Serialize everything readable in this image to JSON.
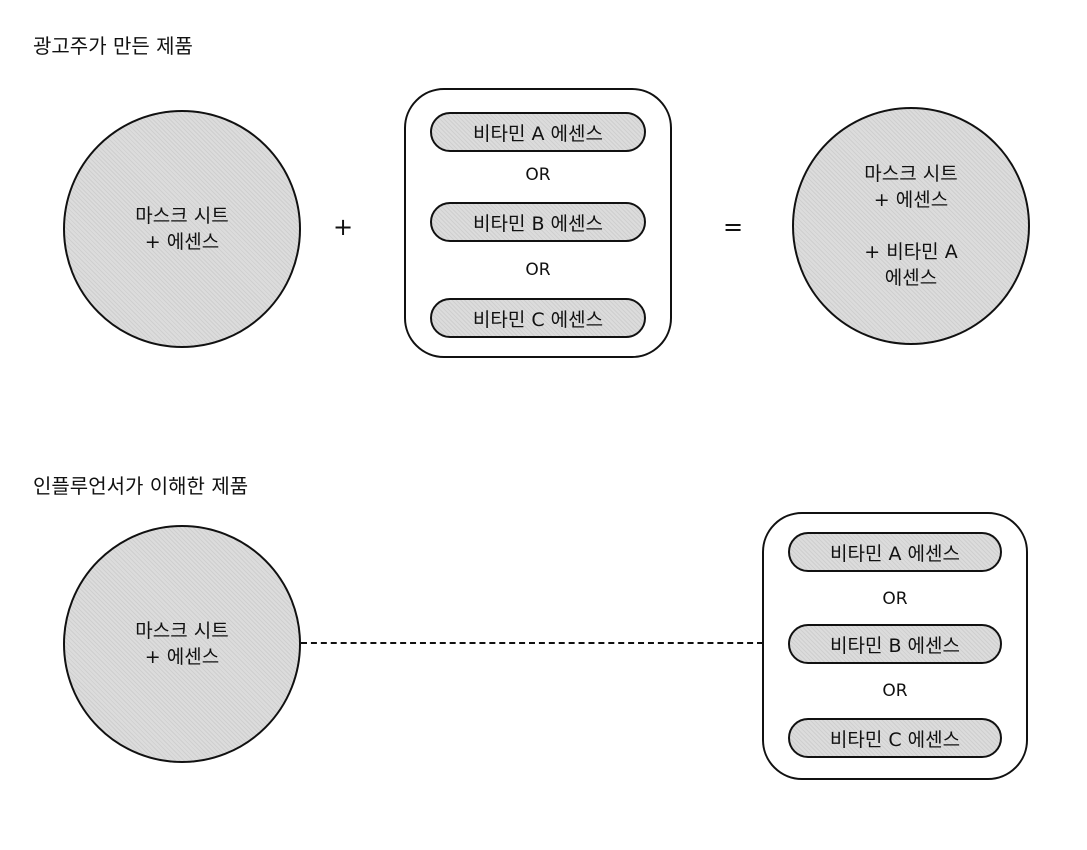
{
  "top_section": {
    "title": "광고주가 만든 제품",
    "base_product": "마스크 시트\n+ 에센스",
    "plus_operator": "+",
    "options": {
      "option_a": "비타민 A 에센스",
      "or_1": "OR",
      "option_b": "비타민 B 에센스",
      "or_2": "OR",
      "option_c": "비타민 C 에센스"
    },
    "equals_operator": "=",
    "result_product": "마스크 시트\n+ 에센스\n\n+ 비타민 A\n에센스"
  },
  "bottom_section": {
    "title": "인플루언서가 이해한 제품",
    "base_product": "마스크 시트\n+ 에센스",
    "options": {
      "option_a": "비타민 A 에센스",
      "or_1": "OR",
      "option_b": "비타민 B 에센스",
      "or_2": "OR",
      "option_c": "비타민 C 에센스"
    }
  },
  "colors": {
    "fill": "#dcdcdc",
    "stroke": "#111111"
  }
}
